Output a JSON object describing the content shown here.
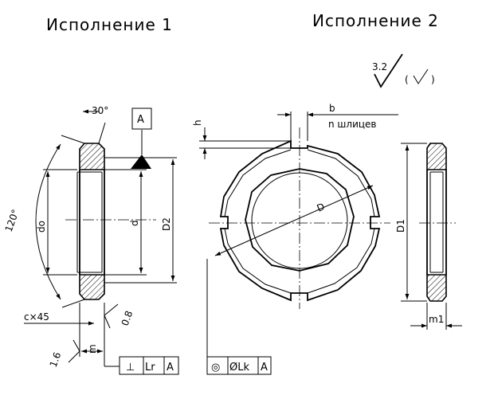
{
  "titles": {
    "variant1": "Исполнение 1",
    "variant2": "Исполнение 2"
  },
  "roughness": {
    "general_value": "3.2",
    "general_suffix": "(",
    "general_close": ")",
    "value_chamfer": "0.8",
    "value_face": "1.6"
  },
  "dimensions": {
    "angle_chamfer": "30°",
    "angle_cone": "120°",
    "bore_d0": "do",
    "thread_d": "d",
    "outer_D2": "D2",
    "outer_D1": "D1",
    "pitch_D": "D",
    "chamfer": "c×45",
    "width_m": "m",
    "width_m1": "m1",
    "slot_h": "h",
    "slot_b": "b",
    "slots_note": "n шлицев"
  },
  "datum": {
    "label": "A"
  },
  "tolerance_perpendicularity": {
    "symbol": "⊥",
    "value": "Lr",
    "datum": "A"
  },
  "tolerance_concentricity": {
    "symbol": "◎",
    "value": "ØLk",
    "datum": "A"
  }
}
